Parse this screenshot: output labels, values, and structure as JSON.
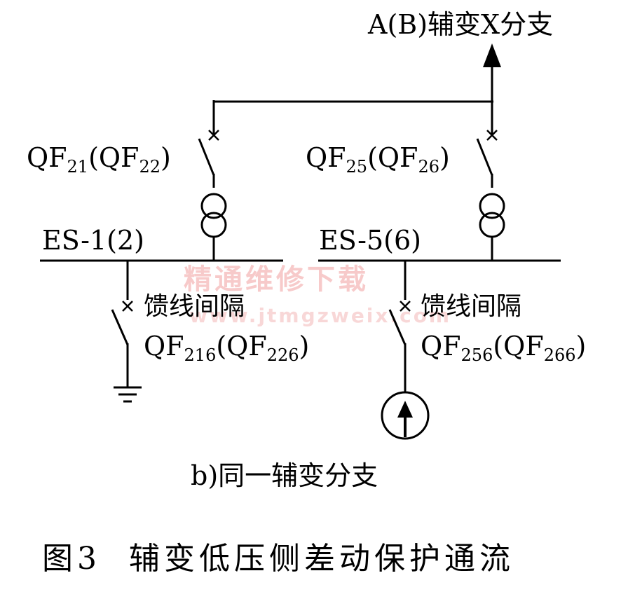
{
  "top_branch_label": "A(B)辅变X分支",
  "breakers": {
    "qf21": {
      "main": "QF",
      "sub": "21"
    },
    "qf22": {
      "main": "QF",
      "sub": "22"
    },
    "qf25": {
      "main": "QF",
      "sub": "25"
    },
    "qf26": {
      "main": "QF",
      "sub": "26"
    },
    "qf216": {
      "main": "QF",
      "sub": "216"
    },
    "qf226": {
      "main": "QF",
      "sub": "226"
    },
    "qf256": {
      "main": "QF",
      "sub": "256"
    },
    "qf266": {
      "main": "QF",
      "sub": "266"
    }
  },
  "bus_left_label": "ES-1(2)",
  "bus_right_label": "ES-5(6)",
  "feeder_label_left": "馈线间隔",
  "feeder_label_right": "馈线间隔",
  "watermark_cn": "精通维修下载",
  "watermark_url": "www.jtmgzweix.com",
  "subcaption": "b)同一辅变分支",
  "figure_caption": "图3  辅变低压侧差动保护通流"
}
